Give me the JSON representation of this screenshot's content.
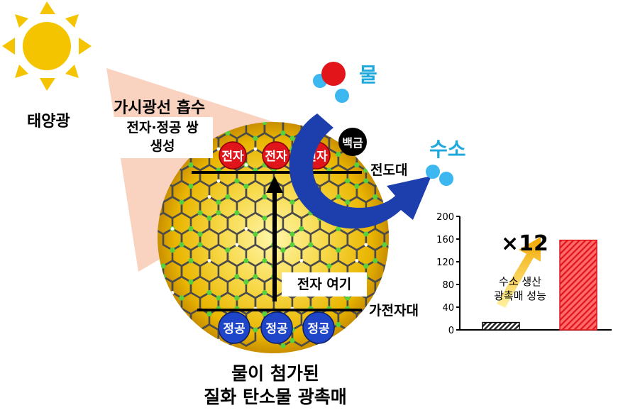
{
  "sun_label": "태양광",
  "absorption_label": "가시광선 흡수",
  "pair_generation": [
    "전자·정공 쌍",
    "생성"
  ],
  "electron_label": "전자",
  "hole_label": "정공",
  "platinum_label": "백금",
  "conduction_band_label": "전도대",
  "valence_band_label": "가전자대",
  "excitation_label": "전자 여기",
  "water_label": "물",
  "hydrogen_label": "수소",
  "catalyst_title": [
    "물이 첨가된",
    "질화 탄소물 광촉매"
  ],
  "colors": {
    "sun": "#f5c400",
    "light_cone": "#f9d3bf",
    "particle_glow": "#f2c200",
    "electron": "#e0141b",
    "hole": "#1f45c8",
    "flow_arrow": "#1d3fae",
    "label_blue": "#1ea8dc",
    "molecule_blue": "#3db7ef",
    "oxygen_red": "#e2151b"
  },
  "chart_data": {
    "type": "bar",
    "categories": [
      "",
      ""
    ],
    "values": [
      13,
      158
    ],
    "ylim": [
      0,
      200
    ],
    "yticks": [
      0,
      40,
      80,
      120,
      160,
      200
    ],
    "bar_fills": [
      "hatched-dark",
      "hatched-red"
    ],
    "annotation": "×12",
    "inner_label": [
      "수소 생산",
      "광촉매 성능"
    ]
  }
}
